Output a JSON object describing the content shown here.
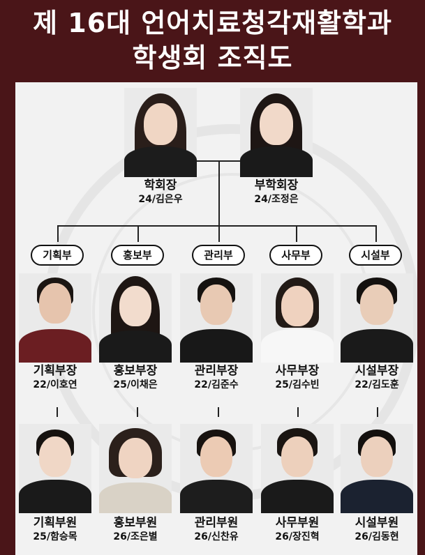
{
  "header": {
    "title_line1": "제 16대 언어치료청각재활학과",
    "title_line2": "학생회 조직도"
  },
  "leaders": [
    {
      "role": "학회장",
      "name": "24/김은우"
    },
    {
      "role": "부학회장",
      "name": "24/조정은"
    }
  ],
  "departments": [
    {
      "dept": "기획부",
      "head": {
        "role": "기획부장",
        "name": "22/이호연"
      },
      "member": {
        "role": "기획부원",
        "name": "25/함승목"
      }
    },
    {
      "dept": "홍보부",
      "head": {
        "role": "홍보부장",
        "name": "25/이채은"
      },
      "member": {
        "role": "홍보부원",
        "name": "26/조은별"
      }
    },
    {
      "dept": "관리부",
      "head": {
        "role": "관리부장",
        "name": "22/김준수"
      },
      "member": {
        "role": "관리부원",
        "name": "26/신찬유"
      }
    },
    {
      "dept": "사무부",
      "head": {
        "role": "사무부장",
        "name": "25/김수빈"
      },
      "member": {
        "role": "사무부원",
        "name": "26/장진혁"
      }
    },
    {
      "dept": "시설부",
      "head": {
        "role": "시설부장",
        "name": "22/김도훈"
      },
      "member": {
        "role": "시설부원",
        "name": "26/김동현"
      }
    }
  ],
  "colors": {
    "background": "#4a1518",
    "panel": "#f2f2f2",
    "text": "#111111"
  }
}
